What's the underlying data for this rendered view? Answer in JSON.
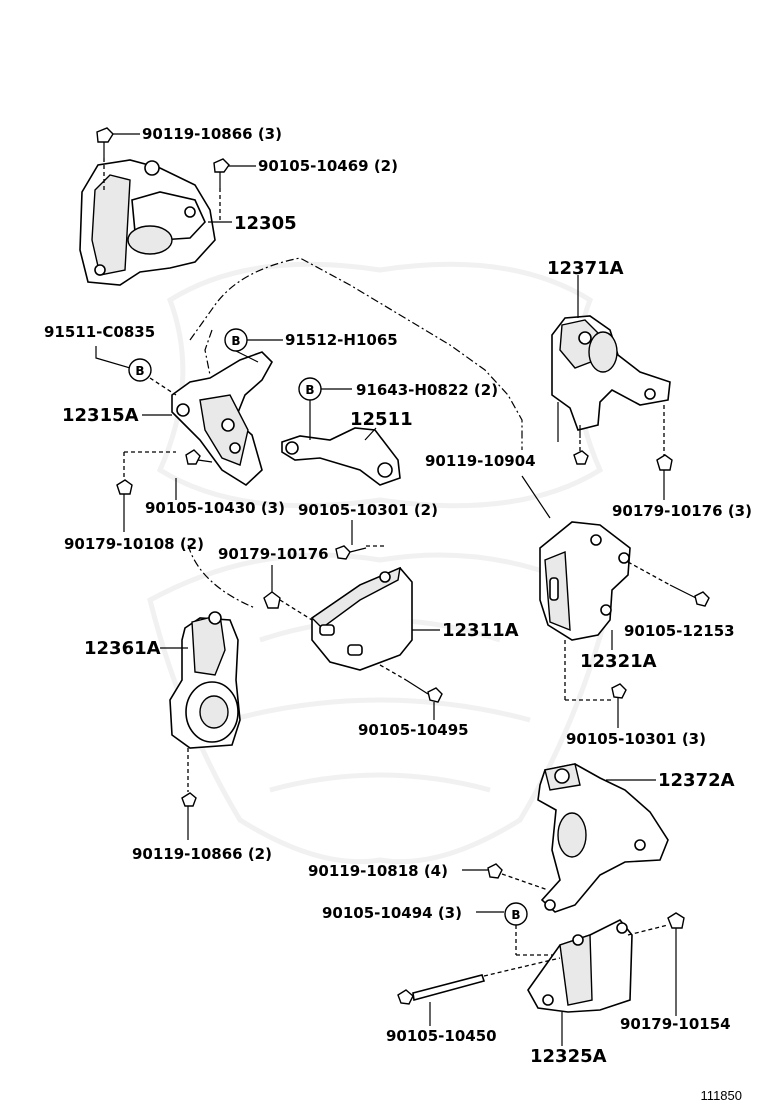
{
  "callouts": {
    "bolt_90119_10866_3": "90119-10866 (3)",
    "bolt_90105_10469_2": "90105-10469 (2)",
    "part_12305": "12305",
    "part_12371A": "12371A",
    "part_91511_C0835": "91511-C0835",
    "part_91512_H1065": "91512-H1065",
    "part_91643_H0822_2": "91643-H0822 (2)",
    "part_12315A": "12315A",
    "part_12511": "12511",
    "bolt_90119_10904": "90119-10904",
    "nut_90179_10176_3": "90179-10176 (3)",
    "bolt_90105_10430_3": "90105-10430 (3)",
    "bolt_90105_10301_2": "90105-10301 (2)",
    "nut_90179_10108_2": "90179-10108 (2)",
    "nut_90179_10176": "90179-10176",
    "part_12311A": "12311A",
    "bolt_90105_12153": "90105-12153",
    "part_12361A": "12361A",
    "part_12321A": "12321A",
    "bolt_90105_10495": "90105-10495",
    "bolt_90105_10301_3": "90105-10301 (3)",
    "part_12372A": "12372A",
    "bolt_90119_10866_2": "90119-10866 (2)",
    "bolt_90119_10818_4": "90119-10818 (4)",
    "bolt_90105_10494_3": "90105-10494 (3)",
    "bolt_90105_10450": "90105-10450",
    "nut_90179_10154": "90179-10154",
    "part_12325A": "12325A"
  },
  "marker_letter": "B",
  "figure_number": "111850",
  "icons": {
    "bolt": "hex-bolt-icon",
    "nut": "hex-nut-icon",
    "marker": "circle-b-marker-icon"
  }
}
